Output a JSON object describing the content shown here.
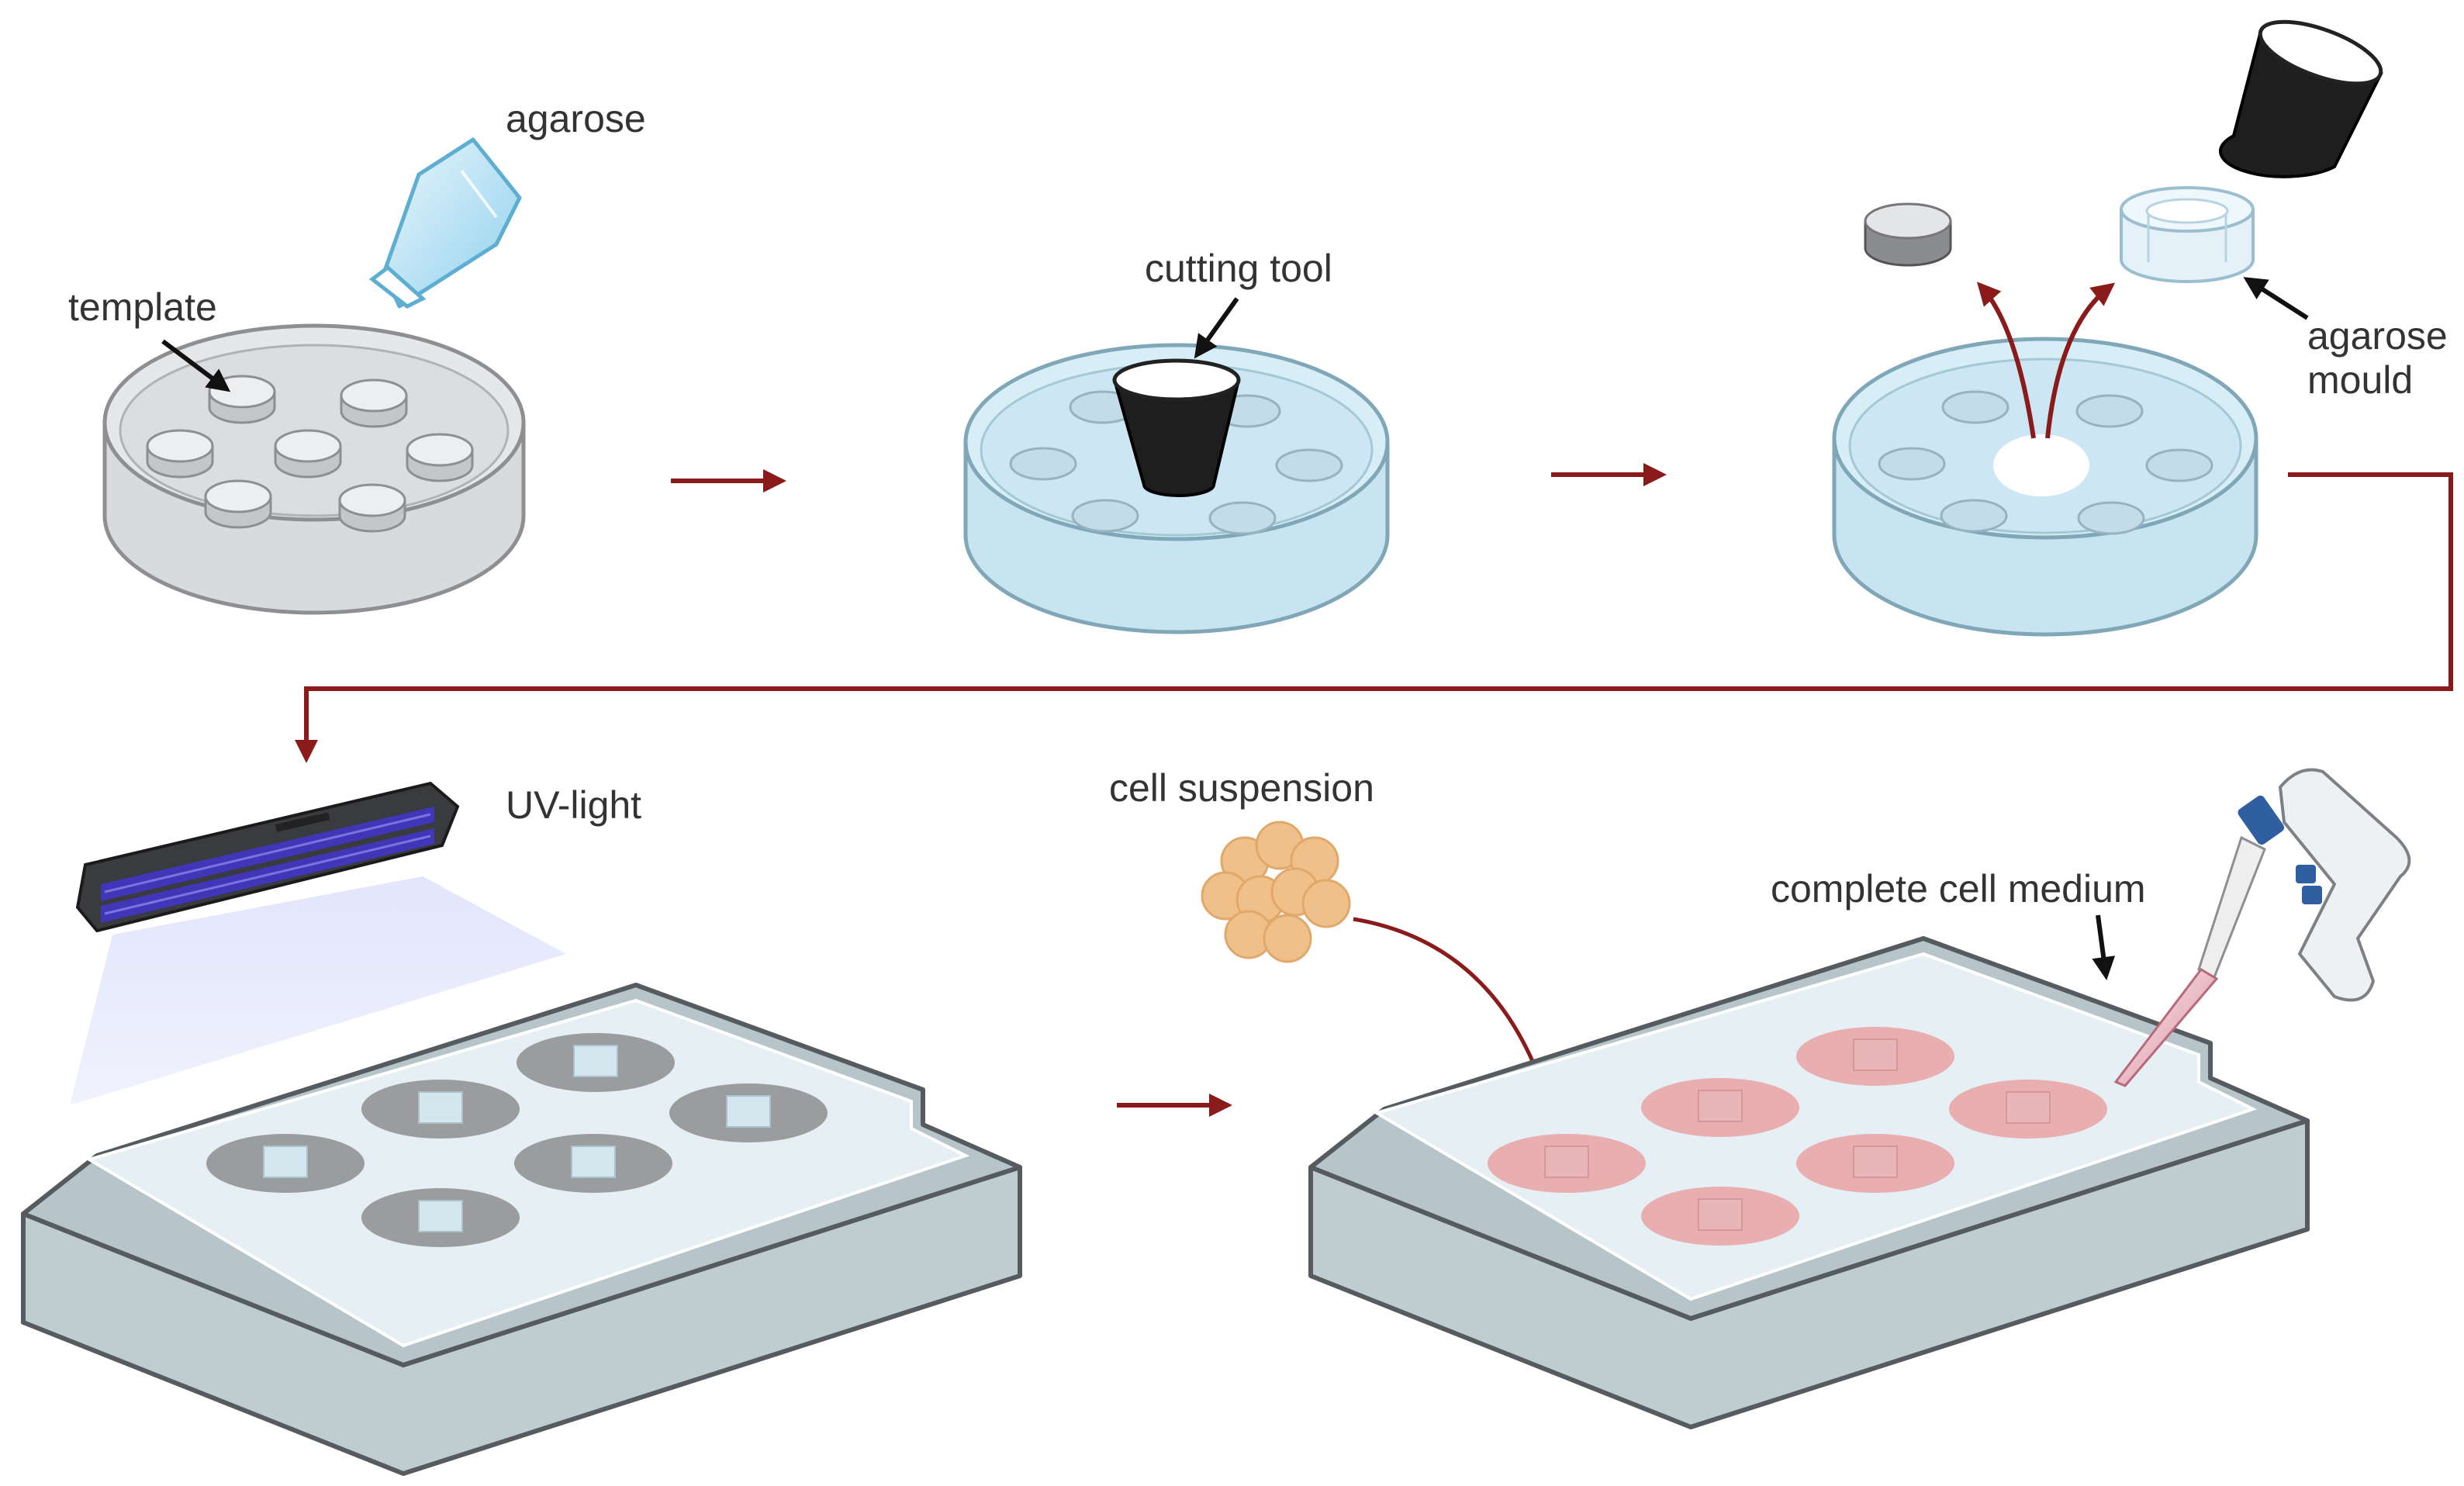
{
  "labels": {
    "agarose": "agarose",
    "template": "template",
    "cutting_tool": "cutting tool",
    "agarose_mould_line1": "agarose",
    "agarose_mould_line2": "mould",
    "uv_light": "UV-light",
    "cell_suspension": "cell suspension",
    "complete_cell_medium": "complete cell medium"
  },
  "colors": {
    "flow_arrow": "#8b1a1a",
    "label_arrow": "#111111",
    "dish_empty": "#e2e3e5",
    "dish_agarose": "#d6ecf5",
    "plate_body": "#bfccd0",
    "plate_top": "#e6eff3",
    "well_gray": "#9b9c9e",
    "well_pink": "#e8a6a8",
    "uv_tube": "#3f37b8",
    "uv_glow": "#e6e8fb",
    "cell": "#f0c08a",
    "pipette_tip": "#e29aa8",
    "pipette_button": "#2f5fa0"
  },
  "icons": [
    "petri-dish-icon",
    "flask-icon",
    "cutting-tool-icon",
    "agarose-disk-icon",
    "agarose-mould-icon",
    "uv-lamp-icon",
    "well-plate-icon",
    "cell-cluster-icon",
    "pipette-icon"
  ]
}
